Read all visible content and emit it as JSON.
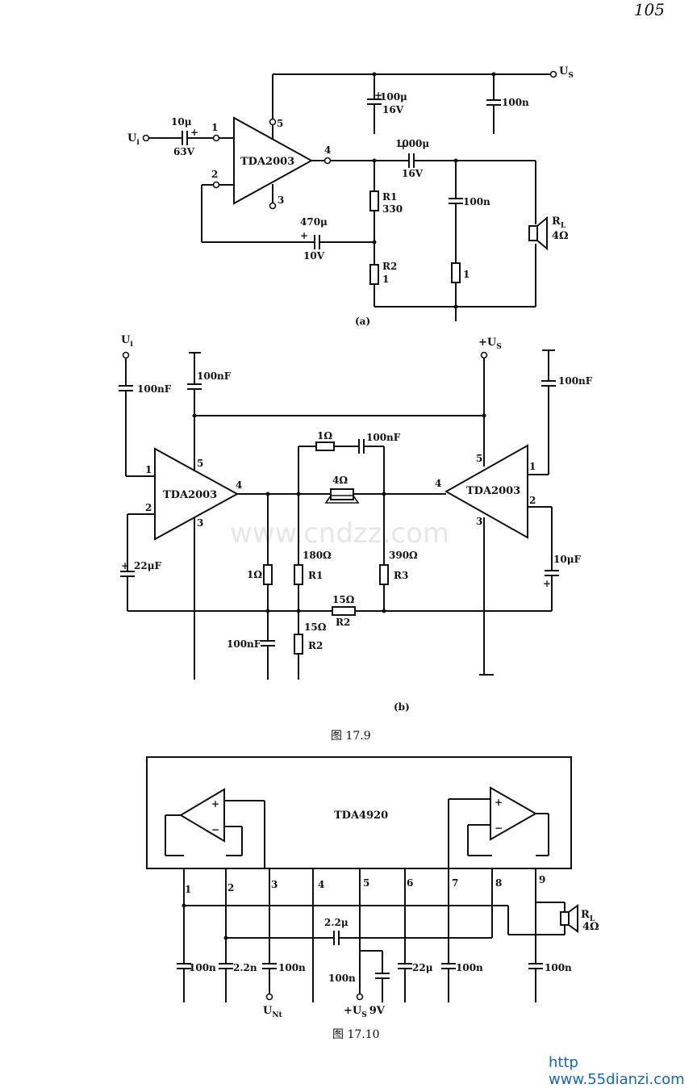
{
  "page_number": "105",
  "watermark": "www.cndzz.com",
  "footer_url_fragment": "http",
  "footer_url": "www.55dianzi.com",
  "circuit_a": {
    "caption": "(a)",
    "ic": "TDA2003",
    "pins": [
      "1",
      "2",
      "3",
      "4",
      "5"
    ],
    "input": "U",
    "input_sub": "i",
    "supply": "U",
    "supply_sub": "S",
    "c_in": "10μ",
    "c_in_v": "63V",
    "c_supply": "100μ",
    "c_supply_v": "16V",
    "c_supply2": "100n",
    "c_out": "1000μ",
    "c_out_v": "16V",
    "c_zobel": "100n",
    "c_fb": "470μ",
    "c_fb_v": "10V",
    "r1": "R1",
    "r1_val": "330",
    "r2": "R2",
    "r2_val": "1",
    "r_zobel": "1",
    "load": "R",
    "load_sub": "L",
    "load_val": "4Ω",
    "plus": "+"
  },
  "circuit_b": {
    "caption": "(b)",
    "ic_left": "TDA2003",
    "ic_right": "TDA2003",
    "input": "U",
    "input_sub": "i",
    "supply": "+U",
    "supply_sub": "S",
    "c_in": "100nF",
    "c_sup_l": "100nF",
    "c_sup_r": "100nF",
    "c_zobel": "100nF",
    "r_zobel_top": "1Ω",
    "load_val": "4Ω",
    "r_zobel_l": "1Ω",
    "c_zobel_l": "100nF",
    "c_fb_l": "22μF",
    "c_fb_r": "10μF",
    "r1_val": "180Ω",
    "r1": "R1",
    "r3_val": "390Ω",
    "r3": "R3",
    "r2_val": "15Ω",
    "r2": "R2",
    "r2b_val": "15Ω",
    "r2b": "R2",
    "pins_left": [
      "1",
      "2",
      "3",
      "4",
      "5"
    ],
    "pins_right": [
      "1",
      "2",
      "3",
      "4",
      "5"
    ],
    "plus": "+"
  },
  "figure_17_9_caption": "图 17.9",
  "circuit_c": {
    "ic": "TDA4920",
    "pins": [
      "1",
      "2",
      "3",
      "4",
      "5",
      "6",
      "7",
      "8",
      "9"
    ],
    "c1": "100n",
    "c2": "2.2n",
    "c3": "100n",
    "c4": "2.2μ",
    "c5": "100n",
    "c6": "22μ",
    "c7": "100n",
    "c8": "100n",
    "supply_label": "+U",
    "supply_sub": "S",
    "supply_val": "9V",
    "ref_label": "U",
    "ref_sub": "Nt",
    "load": "R",
    "load_sub": "L",
    "load_val": "4Ω",
    "op_plus": "+",
    "op_minus": "−"
  },
  "figure_17_10_caption": "图 17.10"
}
